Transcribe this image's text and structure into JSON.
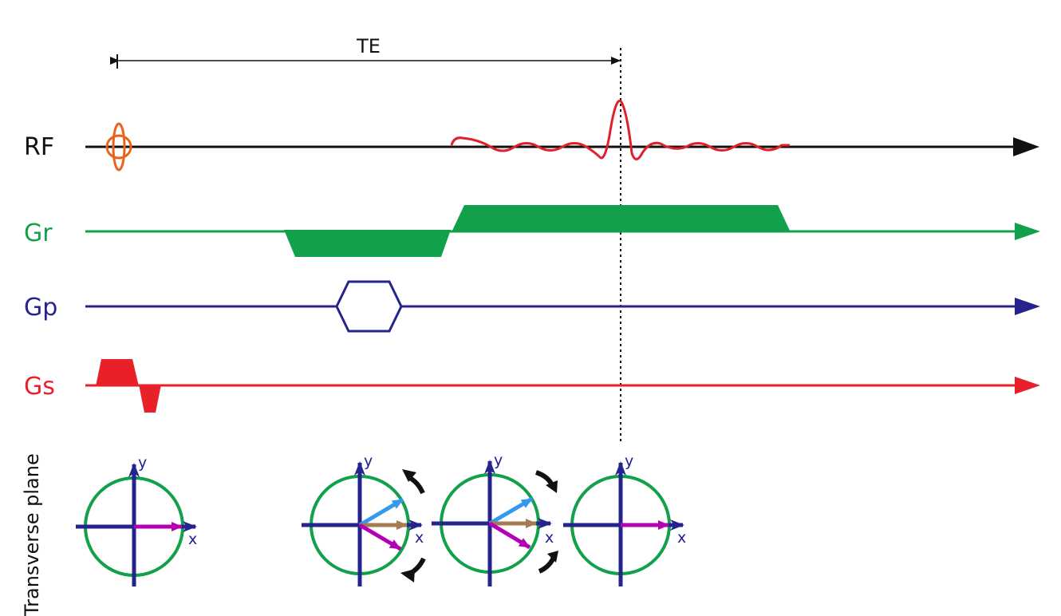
{
  "labels": {
    "te": "TE",
    "rf": "RF",
    "gr": "Gr",
    "gp": "Gp",
    "gs": "Gs",
    "transverse_plane": "Transverse plane",
    "axis_x": "x",
    "axis_y": "y"
  },
  "colors": {
    "rf": "#111111",
    "rf_pulse": "#e8641e",
    "echo": "#e0202a",
    "gr": "#12a04a",
    "gp": "#24248c",
    "gs": "#e8202a",
    "circle": "#12a04a",
    "axes": "#24248c",
    "vec_magenta": "#b400b4",
    "vec_blue": "#3399ee",
    "vec_brown": "#a57c52",
    "rotation_arrow": "#111111"
  },
  "icons": {
    "rotation": "curved-arrow-icon"
  }
}
